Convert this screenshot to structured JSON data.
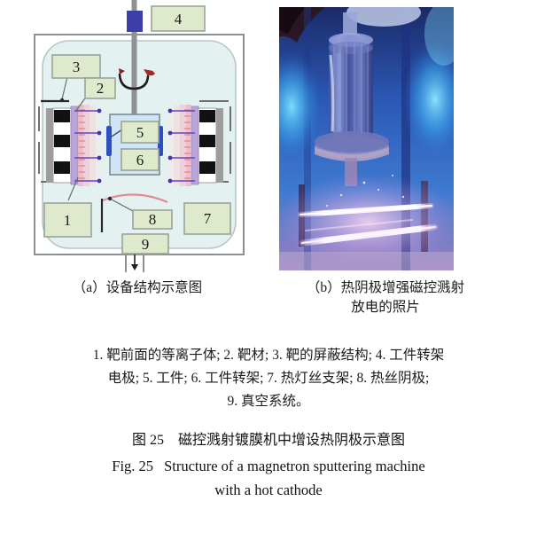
{
  "figure": {
    "panel_a": {
      "caption": "（a）设备结构示意图",
      "alt_name": "设备结构示意图",
      "callouts": [
        {
          "id": "1",
          "label": "1"
        },
        {
          "id": "2",
          "label": "2"
        },
        {
          "id": "3",
          "label": "3"
        },
        {
          "id": "4",
          "label": "4"
        },
        {
          "id": "5",
          "label": "5"
        },
        {
          "id": "6",
          "label": "6"
        },
        {
          "id": "7",
          "label": "7"
        },
        {
          "id": "8",
          "label": "8"
        },
        {
          "id": "9",
          "label": "9"
        }
      ]
    },
    "panel_b": {
      "caption_line1": "（b）热阴极增强磁控溅射",
      "caption_line2": "放电的照片",
      "alt_name": "热阴极增强磁控溅射放电的照片"
    },
    "legend": {
      "line1": "1. 靶前面的等离子体; 2. 靶材; 3. 靶的屏蔽结构; 4. 工件转架",
      "line2": "电极; 5. 工件; 6. 工件转架; 7. 热灯丝支架; 8. 热丝阴极;",
      "line3": "9. 真空系统。"
    },
    "caption_cn": {
      "number": "图 25",
      "text": "磁控溅射镀膜机中增设热阴极示意图"
    },
    "caption_en": {
      "number": "Fig. 25",
      "line1": "Structure of a magnetron sputtering machine",
      "line2": "with a hot cathode"
    }
  },
  "colors": {
    "chamber_fill": "#e3f2f0",
    "callout_fill": "#dfeacd",
    "callout_stroke": "#9aa39a",
    "frame_stroke": "#8a8f92",
    "target_purple": "#b9a5d6",
    "plasma_pink": "#f2bcc4",
    "magnet_black": "#1a1a1a",
    "backplate_gray": "#9d9d9d",
    "electrode_blue": "#3d3fa8",
    "workpiece_blue": "#2f4fbe",
    "holder_blue": "#cfe5f5",
    "arrow_purple": "#6a3fbf",
    "filament_red": "#e08a96",
    "rotation_red": "#a42a22"
  }
}
